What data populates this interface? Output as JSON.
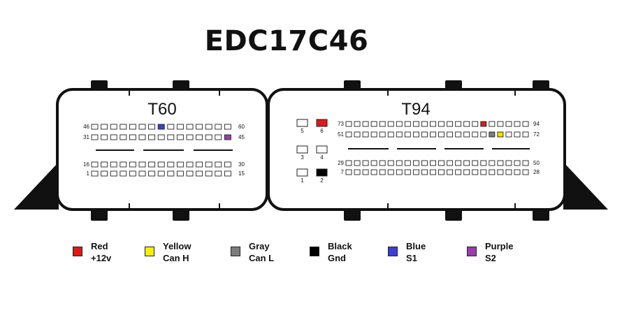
{
  "title": "EDC17C46",
  "connectors": [
    {
      "name": "T60",
      "rows": [
        {
          "left": "46",
          "right": "60",
          "count": 15,
          "marks": {
            "7": "#3d3dd6"
          }
        },
        {
          "left": "31",
          "right": "45",
          "count": 15,
          "marks": {
            "14": "#9a3cb0"
          }
        },
        {
          "left": "16",
          "right": "30",
          "count": 15,
          "marks": {}
        },
        {
          "left": "1",
          "right": "15",
          "count": 15,
          "marks": {}
        }
      ]
    },
    {
      "name": "T94",
      "rows": [
        {
          "left": "73",
          "right": "94",
          "count": 22,
          "marks": {
            "16": "#e01818"
          }
        },
        {
          "left": "51",
          "right": "72",
          "count": 22,
          "marks": {
            "17": "#7c7c7c",
            "18": "#f0e000"
          }
        },
        {
          "left": "29",
          "right": "50",
          "count": 22,
          "marks": {}
        },
        {
          "left": "7",
          "right": "28",
          "count": 22,
          "marks": {}
        }
      ],
      "power_pins": [
        {
          "label": "5",
          "color": "#ffffff"
        },
        {
          "label": "6",
          "color": "#e01818"
        },
        {
          "label": "3",
          "color": "#ffffff"
        },
        {
          "label": "4",
          "color": "#ffffff"
        },
        {
          "label": "1",
          "color": "#ffffff"
        },
        {
          "label": "2",
          "color": "#000000"
        }
      ]
    }
  ],
  "legend": [
    {
      "color_name": "Red",
      "meaning": "+12v",
      "color": "#e01818"
    },
    {
      "color_name": "Yellow",
      "meaning": "Can H",
      "color": "#f5ef00"
    },
    {
      "color_name": "Gray",
      "meaning": "Can L",
      "color": "#7c7c7c"
    },
    {
      "color_name": "Black",
      "meaning": "Gnd",
      "color": "#000000"
    },
    {
      "color_name": "Blue",
      "meaning": "S1",
      "color": "#3d3dd6"
    },
    {
      "color_name": "Purple",
      "meaning": "S2",
      "color": "#9a3cb0"
    }
  ]
}
